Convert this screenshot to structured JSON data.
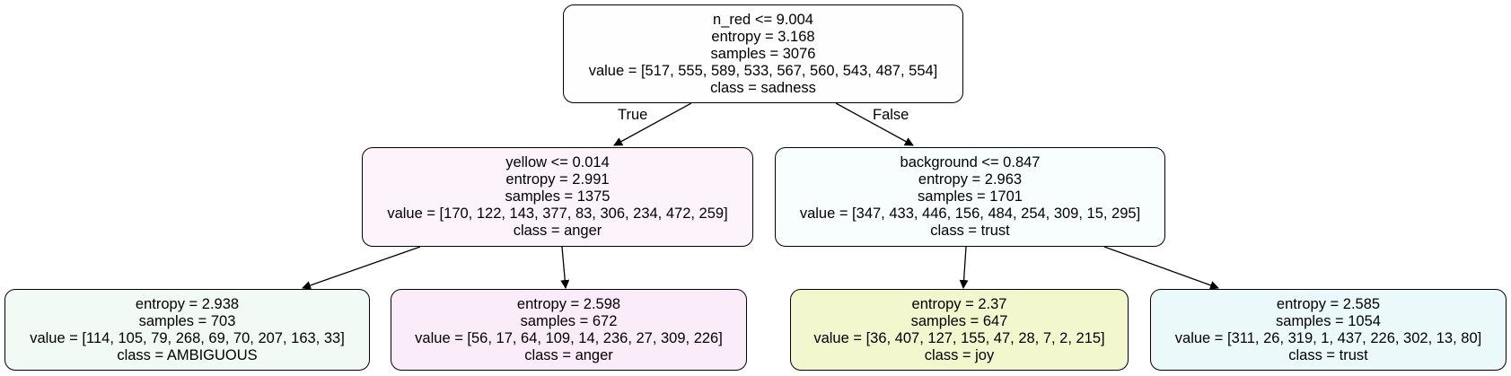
{
  "tree": {
    "root": {
      "condition": "n_red <= 9.004",
      "entropy": "entropy = 3.168",
      "samples": "samples = 3076",
      "value": "value = [517, 555, 589, 533, 567, 560, 543, 487, 554]",
      "class": "class = sadness",
      "fill": "#fefefe"
    },
    "left": {
      "condition": "yellow <= 0.014",
      "entropy": "entropy = 2.991",
      "samples": "samples = 1375",
      "value": "value = [170, 122, 143, 377, 83, 306, 234, 472, 259]",
      "class": "class = anger",
      "fill": "#fdf3fb"
    },
    "right": {
      "condition": "background <= 0.847",
      "entropy": "entropy = 2.963",
      "samples": "samples = 1701",
      "value": "value = [347, 433, 446, 156, 484, 254, 309, 15, 295]",
      "class": "class = trust",
      "fill": "#f8fdfe"
    },
    "left_left": {
      "entropy": "entropy = 2.938",
      "samples": "samples = 703",
      "value": "value = [114, 105, 79, 268, 69, 70, 207, 163, 33]",
      "class": "class = AMBIGUOUS",
      "fill": "#f1faf4"
    },
    "left_right": {
      "entropy": "entropy = 2.598",
      "samples": "samples = 672",
      "value": "value = [56, 17, 64, 109, 14, 236, 27, 309, 226]",
      "class": "class = anger",
      "fill": "#faecf8"
    },
    "right_left": {
      "entropy": "entropy = 2.37",
      "samples": "samples = 647",
      "value": "value = [36, 407, 127, 155, 47, 28, 7, 2, 215]",
      "class": "class = joy",
      "fill": "#f3f7ce"
    },
    "right_right": {
      "entropy": "entropy = 2.585",
      "samples": "samples = 1054",
      "value": "value = [311, 26, 319, 1, 437, 226, 302, 13, 80]",
      "class": "class = trust",
      "fill": "#ecf9fb"
    },
    "edge_true": "True",
    "edge_false": "False"
  }
}
